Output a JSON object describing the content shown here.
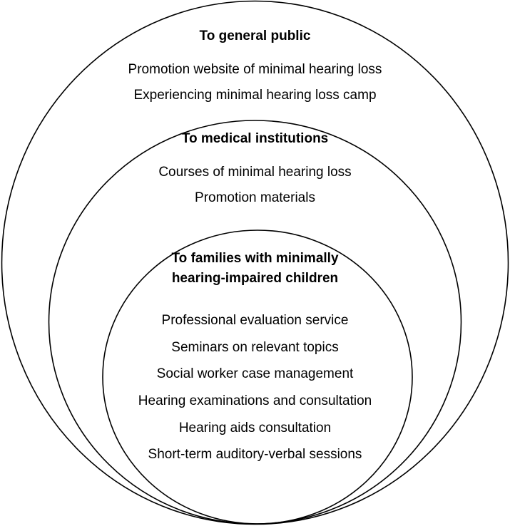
{
  "outer": {
    "heading": "To general public",
    "items": [
      "Promotion website of minimal hearing loss",
      "Experiencing minimal hearing loss camp"
    ]
  },
  "middle": {
    "heading": "To medical institutions",
    "items": [
      "Courses of minimal hearing loss",
      "Promotion materials"
    ]
  },
  "inner": {
    "heading_line1": "To families with minimally",
    "heading_line2": "hearing-impaired children",
    "items": [
      "Professional evaluation service",
      "Seminars on relevant topics",
      "Social worker case management",
      "Hearing examinations and consultation",
      "Hearing aids consultation",
      "Short-term auditory-verbal sessions"
    ]
  },
  "colors": {
    "stroke": "#000000",
    "background": "#ffffff",
    "text": "#000000"
  }
}
